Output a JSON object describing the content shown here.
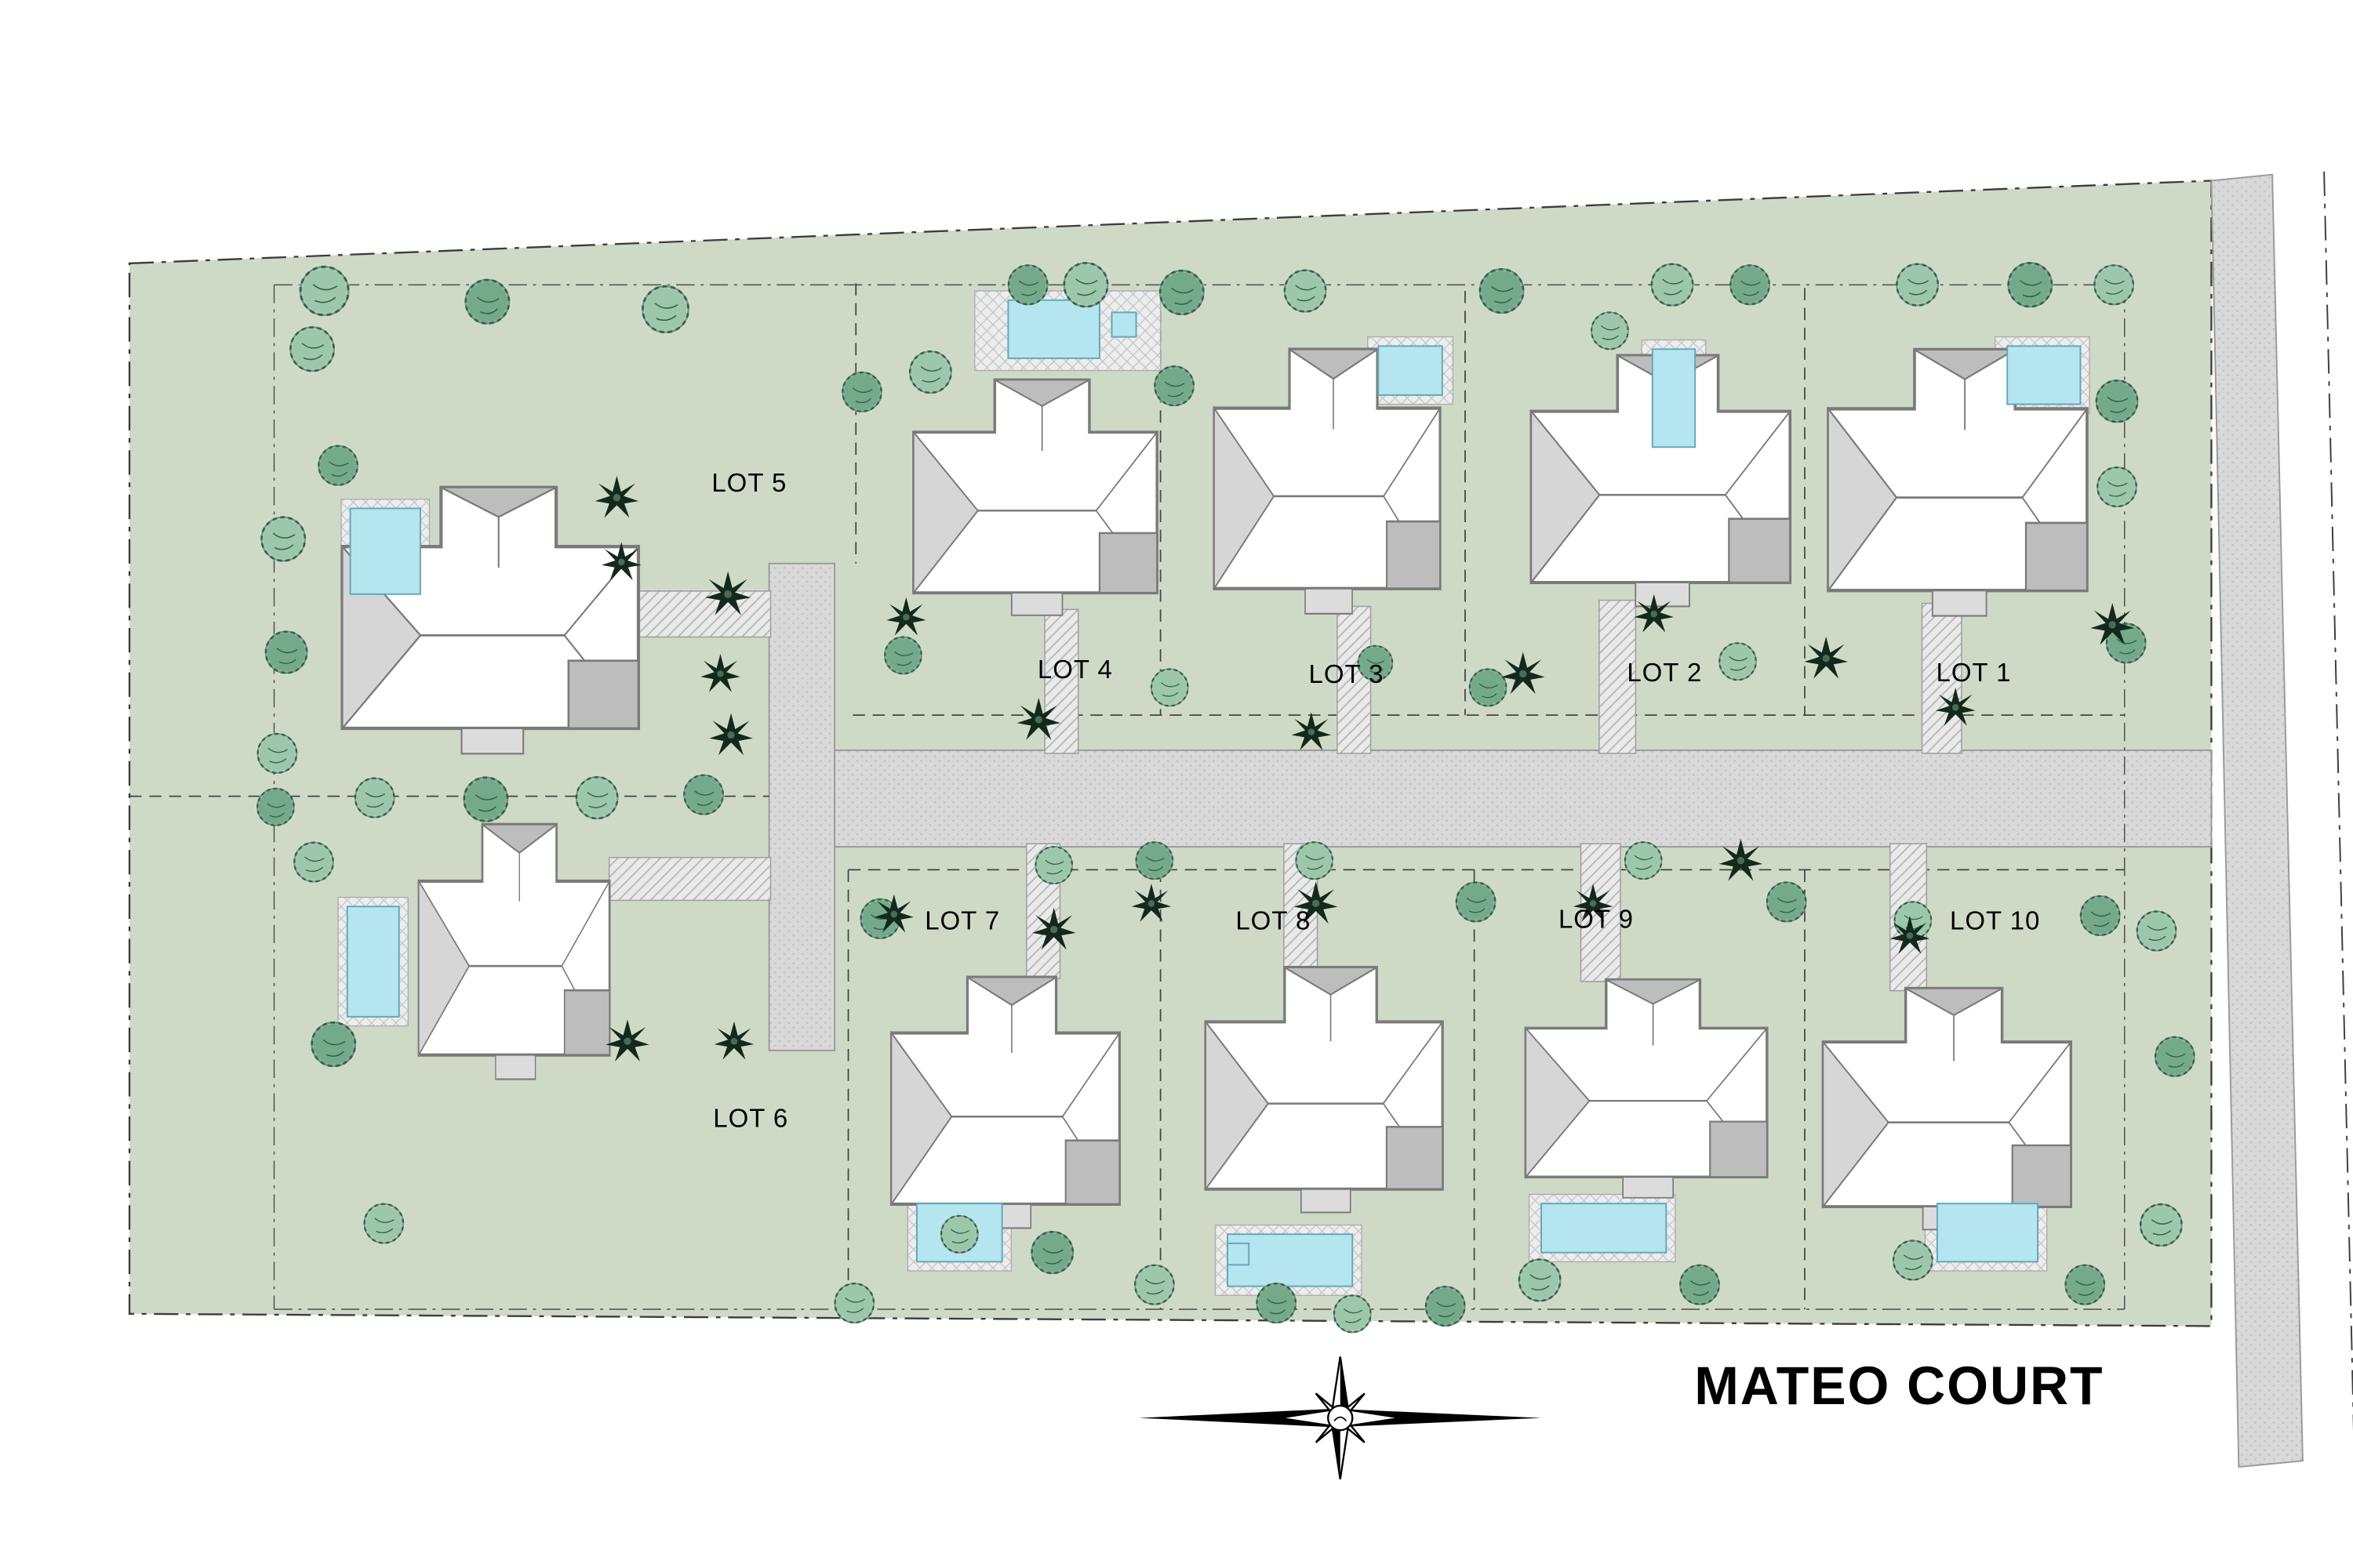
{
  "title": "MATEO COURT",
  "lots": [
    {
      "id": 1,
      "label": "LOT 1"
    },
    {
      "id": 2,
      "label": "LOT 2"
    },
    {
      "id": 3,
      "label": "LOT 3"
    },
    {
      "id": 4,
      "label": "LOT 4"
    },
    {
      "id": 5,
      "label": "LOT 5"
    },
    {
      "id": 6,
      "label": "LOT 6"
    },
    {
      "id": 7,
      "label": "LOT 7"
    },
    {
      "id": 8,
      "label": "LOT 8"
    },
    {
      "id": 9,
      "label": "LOT 9"
    },
    {
      "id": 10,
      "label": "LOT 10"
    }
  ],
  "colors": {
    "site-green": "#cfdac6",
    "road-gray": "#d9d9d9",
    "road-dot": "#c2c2c2",
    "house-fill": "#ffffff",
    "house-shade": "#d6d6d6",
    "house-dark": "#bdbdbd",
    "house-stroke": "#7a7a7a",
    "tree-fill": "#9cc7aa",
    "tree-fill2": "#74a989",
    "tree-stroke": "#33604a",
    "palm-color": "#12291c",
    "pool-blue": "#b5e5ee",
    "pool-stroke": "#5fa9bd",
    "boundary": "#3c3c3c",
    "text-color": "#000000"
  }
}
